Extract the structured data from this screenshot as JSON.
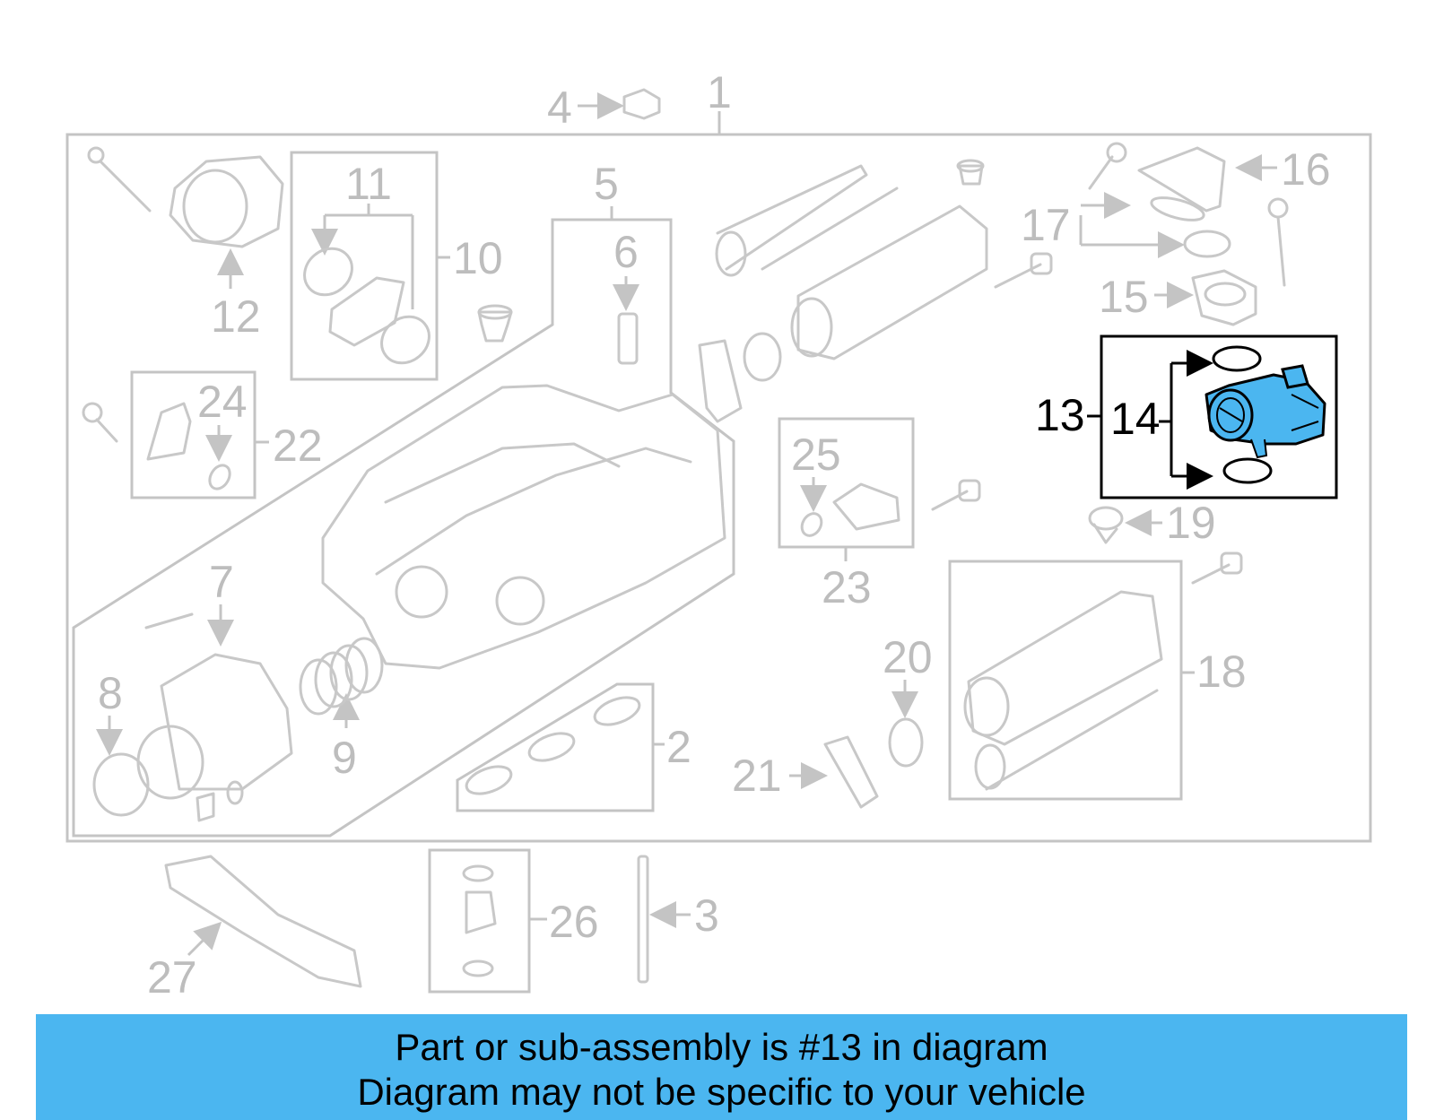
{
  "callouts": {
    "c1": "1",
    "c2": "2",
    "c3": "3",
    "c4": "4",
    "c5": "5",
    "c6": "6",
    "c7": "7",
    "c8": "8",
    "c9": "9",
    "c10": "10",
    "c11": "11",
    "c12": "12",
    "c13": "13",
    "c14": "14",
    "c15": "15",
    "c16": "16",
    "c17": "17",
    "c18": "18",
    "c19": "19",
    "c20": "20",
    "c21": "21",
    "c22": "22",
    "c23": "23",
    "c24": "24",
    "c25": "25",
    "c26": "26",
    "c27": "27"
  },
  "highlight": {
    "color": "#4bb6f0",
    "part": "13"
  },
  "banner": {
    "line1": "Part or sub-assembly is #13 in diagram",
    "line2": "Diagram may not be specific to your vehicle",
    "color": "#4bb6f0"
  }
}
